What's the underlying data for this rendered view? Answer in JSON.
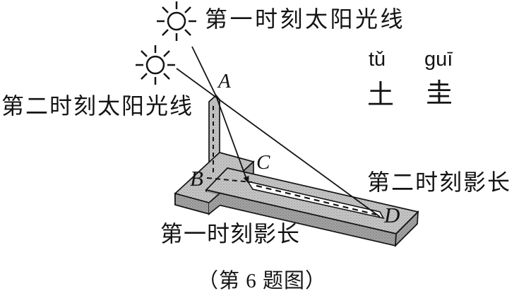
{
  "figure": {
    "caption": "（第 6 题图）",
    "sun_rays": {
      "first_label": "第一时刻太阳光线",
      "second_label": "第二时刻太阳光线"
    },
    "shadows": {
      "first_label": "第一时刻影长",
      "second_label": "第二时刻影长"
    },
    "instrument": {
      "pinyin_tu": "tǔ",
      "pinyin_gui": "guī",
      "hanzi_tu": "土",
      "hanzi_gui": "圭"
    },
    "points": {
      "a": "A",
      "b": "B",
      "c": "C",
      "d": "D"
    },
    "icons": {
      "sun": "sun-icon"
    },
    "colors": {
      "background": "#ffffff",
      "line": "#141414",
      "face_top": "#c7c7c7",
      "face_side": "#a4a4a4",
      "slot_fill": "#ffffff"
    }
  }
}
